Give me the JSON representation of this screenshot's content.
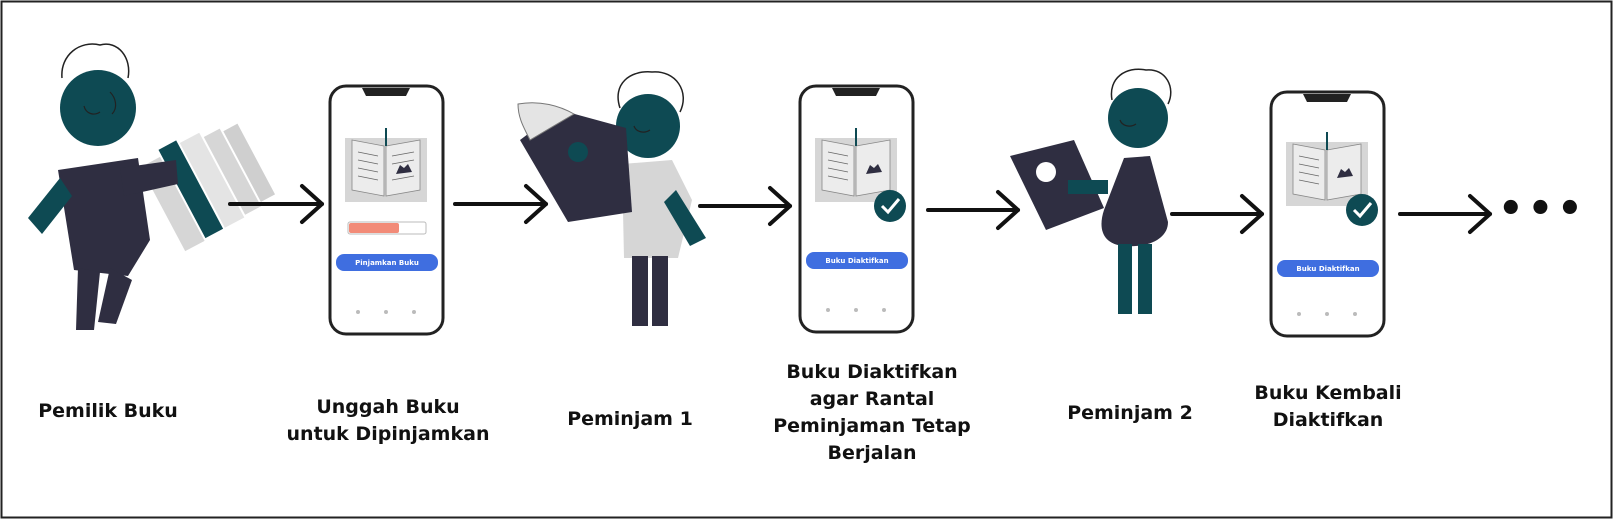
{
  "colors": {
    "teal": "#0e4a53",
    "dark_navy": "#2f2e41",
    "light_grey": "#d6d6d6",
    "button_blue": "#3f6ee0",
    "progress_red": "#f28b78",
    "check_teal": "#0e4a53"
  },
  "steps": [
    {
      "lines": [
        "Pemilik Buku"
      ]
    },
    {
      "lines": [
        "Unggah Buku",
        "untuk Dipinjamkan"
      ],
      "button": "Pinjamkan Buku"
    },
    {
      "lines": [
        "Peminjam 1"
      ]
    },
    {
      "lines": [
        "Buku Diaktifkan",
        "agar Rantal",
        "Peminjaman Tetap",
        "Berjalan"
      ],
      "button": "Buku Diaktifkan"
    },
    {
      "lines": [
        "Peminjam 2"
      ]
    },
    {
      "lines": [
        "Buku Kembali",
        "Diaktifkan"
      ],
      "button": "Buku Diaktifkan"
    }
  ],
  "continuation": "•••",
  "icons": [
    "person-holding-books-icon",
    "phone-upload-icon",
    "person-reading-icon",
    "phone-check-icon",
    "person-reading-icon",
    "phone-check-icon",
    "arrow-right-icon",
    "ellipsis-icon"
  ]
}
